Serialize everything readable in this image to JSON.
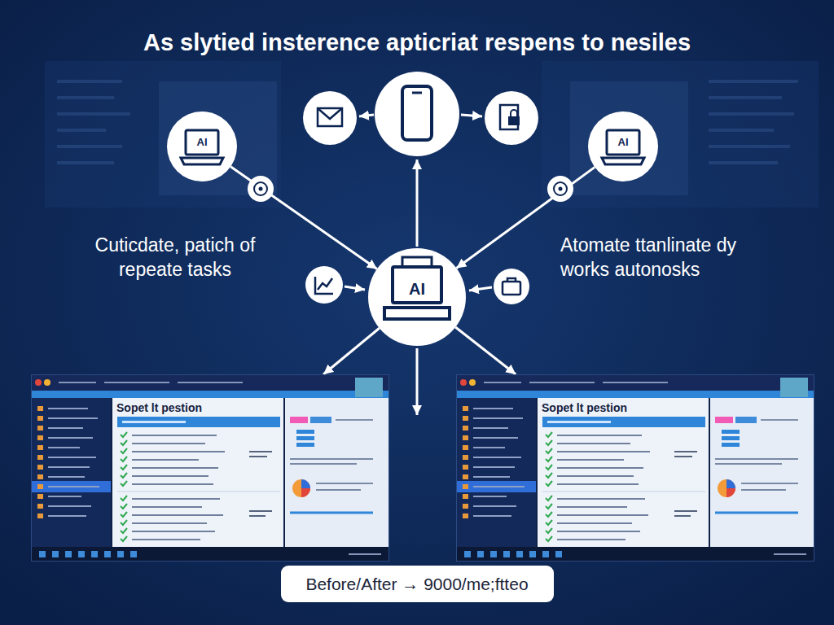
{
  "diagram": {
    "title": "As slytied insterence apticriat respens to nesiles",
    "nodes": [
      {
        "text": [
          "AI"
        ]
      },
      {
        "text": [
          "AI"
        ]
      },
      {
        "text": [
          "AI"
        ]
      },
      {
        "text": [
          "Sopet lt pestion"
        ]
      },
      {
        "text": [
          "Sopet lt pestion"
        ]
      },
      {
        "text": [
          "Before/After → 9000/me;ftteo"
        ]
      }
    ],
    "edges": [
      {
        "from": 0,
        "to": 2,
        "arrow": "to"
      },
      {
        "from": 1,
        "to": 2,
        "arrow": "to"
      },
      {
        "from": 2,
        "to": 3,
        "arrow": "to"
      },
      {
        "from": 2,
        "to": 4,
        "arrow": "to"
      }
    ],
    "labels": [
      "Cuticdate, patich of repeate tasks",
      "Atomate ttanlinate dy works autonosks"
    ]
  }
}
